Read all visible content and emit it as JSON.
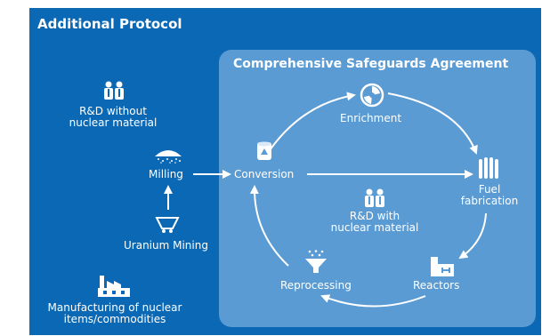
{
  "additional_protocol_title": "Additional Protocol",
  "safeguards_title": "Comprehensive Safeguards Agreement",
  "nodes": {
    "rd_without": "R&D without\nnuclear material",
    "milling": "Milling",
    "uranium_mining": "Uranium Mining",
    "manufacturing": "Manufacturing of nuclear\nitems/commodities",
    "conversion": "Conversion",
    "enrichment": "Enrichment",
    "fuel_fabrication": "Fuel\nfabrication",
    "rd_with": "R&D with\nnuclear material",
    "reprocessing": "Reprocessing",
    "reactors": "Reactors"
  },
  "icons": {
    "rd_without": "researchers-icon",
    "milling": "powder-pile-icon",
    "uranium_mining": "mining-cart-icon",
    "manufacturing": "factory-icon",
    "conversion": "drum-icon",
    "enrichment": "centrifuge-icon",
    "fuel_fabrication": "fuel-rods-icon",
    "rd_with": "researchers-icon",
    "reprocessing": "funnel-icon",
    "reactors": "reactor-plant-icon"
  },
  "colors": {
    "outer_bg": "#0a68b4",
    "inner_bg": "#5b9bd3",
    "text": "#ffffff"
  }
}
